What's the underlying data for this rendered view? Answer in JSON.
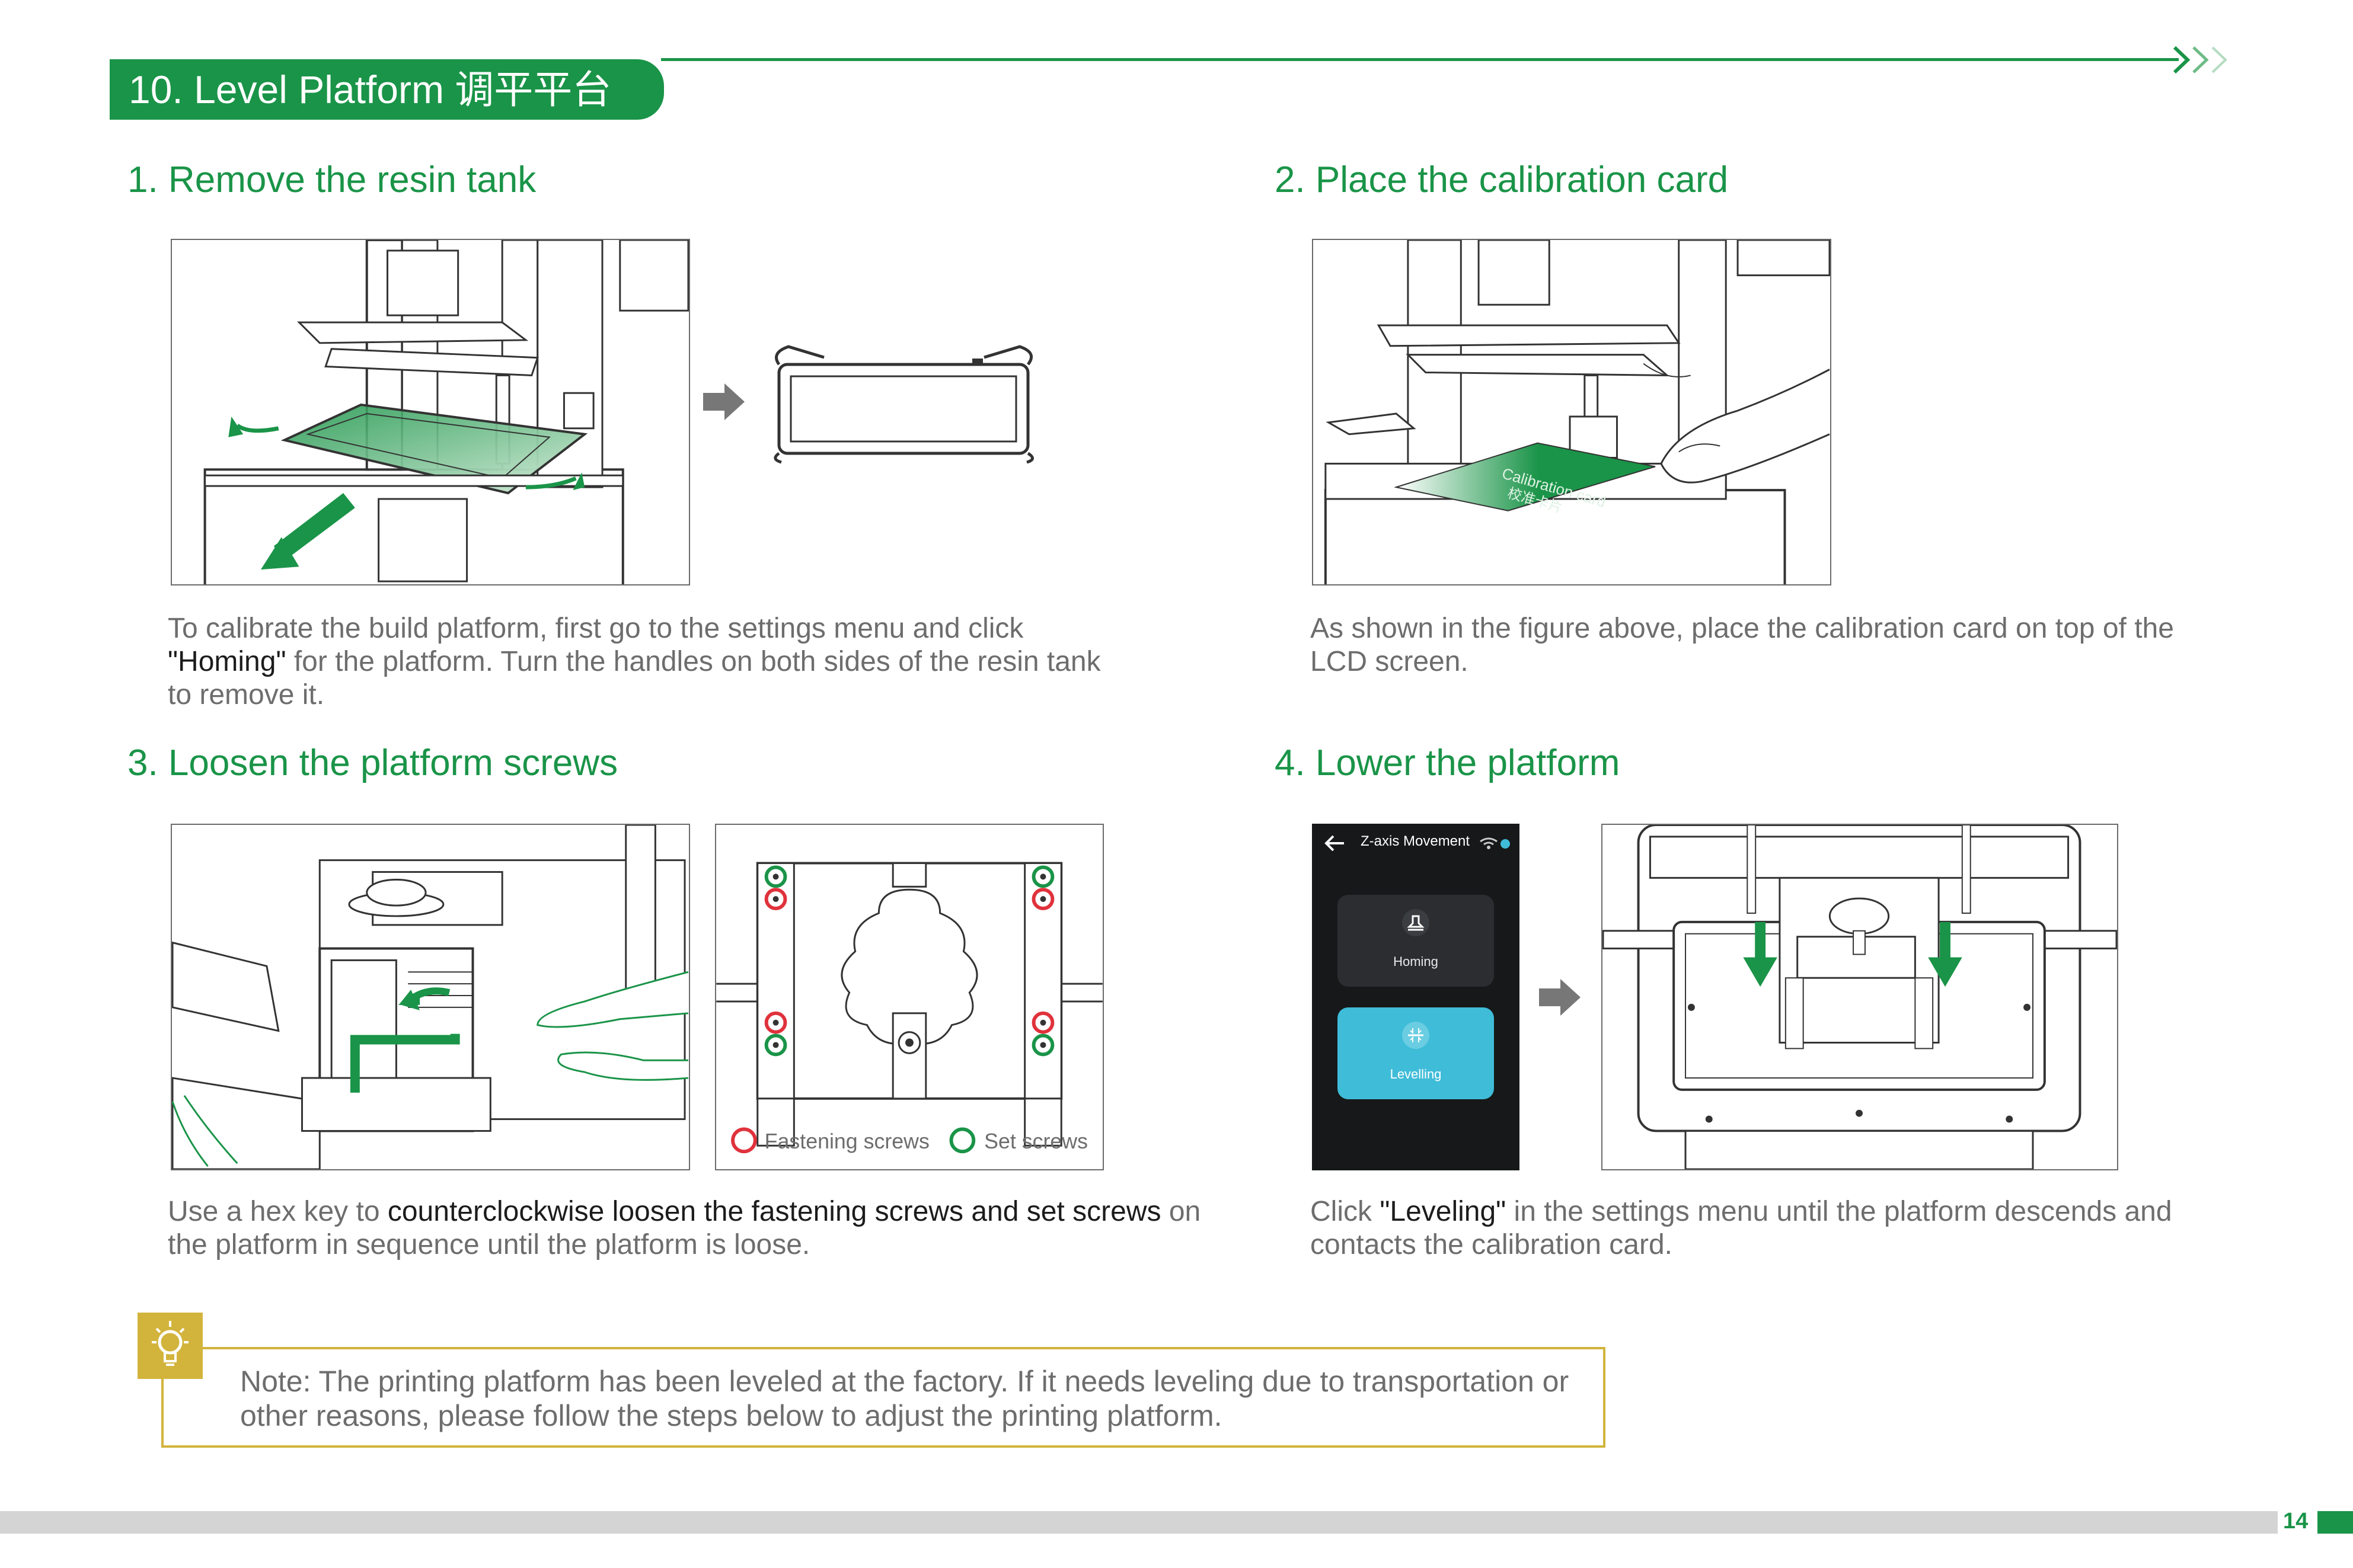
{
  "header": {
    "title": "10. Level Platform 调平平台"
  },
  "steps": [
    {
      "title": "1. Remove the resin tank",
      "desc_a": "To calibrate the build platform, first go to the settings menu and click ",
      "desc_b": "\"Homing\"",
      "desc_c": " for the platform. Turn the handles on both sides of the resin tank to remove it."
    },
    {
      "title": "2. Place the calibration card",
      "desc_a": "As shown in the figure above, place the calibration card on top of the LCD screen."
    },
    {
      "title": "3. Loosen the platform screws",
      "desc_a": "Use a hex key to ",
      "desc_b": "counterclockwise loosen the fastening screws and set screws",
      "desc_c": " on the platform in sequence until the platform is loose.",
      "legend_fastening": "Fastening screws",
      "legend_set": "Set screws"
    },
    {
      "title": "4. Lower the platform",
      "desc_a": "Click ",
      "desc_b": "\"Leveling\"",
      "desc_c": " in the settings menu until the platform descends and contacts the calibration card."
    }
  ],
  "calibration_card": {
    "en": "Calibration card",
    "zh": "校准卡片"
  },
  "device_screen": {
    "title": "Z-axis Movement",
    "homing_label": "Homing",
    "leveling_label": "Levelling"
  },
  "note": {
    "text": "Note: The printing platform has been leveled at the factory. If it needs leveling due to transportation or other reasons, please follow the steps below to adjust the printing platform."
  },
  "footer": {
    "page_number": "14"
  },
  "colors": {
    "brand_green": "#1a9448",
    "note_gold": "#d2b43c",
    "fastening_red": "#e0323c",
    "leveling_blue": "#3fbcd8"
  },
  "icons": [
    "chevrons-right-icon",
    "lightbulb-icon",
    "arrow-right-icon",
    "back-arrow-icon",
    "wifi-icon",
    "homing-icon",
    "leveling-icon"
  ]
}
